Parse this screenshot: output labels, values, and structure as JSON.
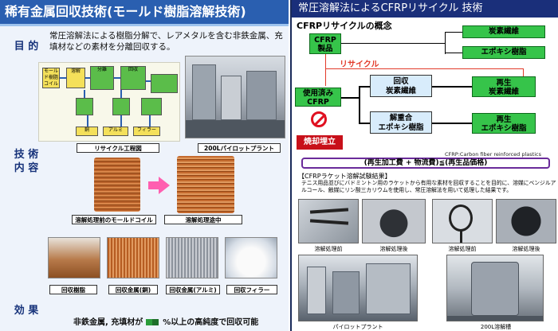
{
  "left": {
    "title": "稀有金属回収技術(モールド樹脂溶解技術)",
    "labels": {
      "purpose": "目 的",
      "tech_1": "技 術",
      "tech_2": "内 容",
      "effect": "効 果"
    },
    "purpose_text": "常圧溶解法による樹脂分解で、レアメタルを含む非鉄金属、充填材などの素材を分離回収する。",
    "captions": {
      "process": "リサイクル工程図",
      "pilot": "200Lパイロットプラント",
      "before_coil": "溶解処理前のモールドコイル",
      "during": "溶解処理途中"
    },
    "products": [
      "回収樹脂",
      "回収金属(銅)",
      "回収金属(アルミ)",
      "回収フィラー"
    ],
    "effect_text_a": "非鉄金属, 充填材が",
    "effect_text_b": "%以上の高純度で回収可能",
    "diagram": {
      "b1": "モール",
      "b2": "ド樹脂",
      "b3": "コイル",
      "b4": "溶解",
      "b5": "分離",
      "b6": "回収",
      "b7": "銅",
      "b8": "アルミ",
      "b9": "フィラー"
    }
  },
  "right": {
    "title": "常圧溶解法によるCFRPリサイクル 技術",
    "concept_title": "CFRPリサイクルの概念",
    "cfrp_product": "CFRP\n製品",
    "carbon_fiber": "炭素繊維",
    "epoxy": "エポキシ樹脂",
    "recycle_label": "リサイクル",
    "used_cfrp": "使用済み\nCFRP",
    "recovered_cf": "回収\n炭素繊維",
    "regen_cf": "再生\n炭素繊維",
    "depoly": "解重合\nエポキシ樹脂",
    "regen_epoxy": "再生\nエポキシ樹脂",
    "burn": "焼却埋立",
    "footnote": "CFRP:Carbon fiber reinforced plastics",
    "formula": "(再生加工費 + 物流費)≦(再生品価格)",
    "test_head": "【CFRPラケット溶解試験結果】",
    "test_text": "テニス用品並びにバドミントン用のラケットから有用な素材を回収することを目的に、溶媒にベンジルアルコール、触媒にリン酸三カリウムを使用し、常圧溶解法を用いて処理した結果です。",
    "photo_captions": [
      "溶解処理前",
      "溶解処理後",
      "溶解処理前",
      "溶解処理後",
      "パイロットプラント",
      "200L溶解槽"
    ]
  },
  "colors": {
    "left_title_bg": "#2a5fb0",
    "right_title_bg": "#1a2f7a",
    "green_box": "#36c44a",
    "blue_box": "#d8ecfb",
    "burn_red": "#c8101a",
    "formula_border": "#6a2b9a"
  }
}
